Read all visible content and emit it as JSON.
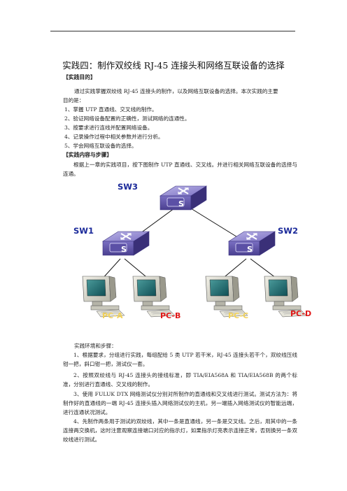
{
  "title": "实践四：制作双绞线 RJ-45 连接头和网络互联设备的选择",
  "sections": {
    "objective_heading": "【实践目的】",
    "objective_intro_1": "通过实践掌握双绞线 RJ-45 连接头的制作，以及网络互联设备的选择。本次实践的主要",
    "objective_intro_2": "目的是：",
    "objectives": [
      "1、掌握 UTP 直通线、交叉线的制作。",
      "2、验证网络设备配置的正确性，测试网络的连通性。",
      "3、按要求进行连线并配置网络设备。",
      "4、记录操作过程中相关参数并进行分析。",
      "5、学会网络互联设备的选择。"
    ],
    "content_heading": "【实践内容与步骤】",
    "content_intro": "根据上一章的实践项目，按下图制作 UTP 直通线、交叉线。并进行相关网络互联设备的选择与连通。",
    "env_heading": "实践环境和步骤：",
    "steps": [
      "1、根据要求，分组进行实践，每组配给 5 类 UTP 若干米，RJ-45 连接头若干个，双绞线压线钳一把，斜口钳一把，测试仪一套。",
      "2、按照双绞线与 RJ-45 连接头的接线标准，即 TIA/EIA568A 和 TIA/EIA568B 的两个标准，分别进行直通线、交叉线的制作。",
      "3、使用 FULUK DTX 网络测试仪分别对所制作的直通线和交叉线进行测试。测试方法为：将制作好的直通线的一端 RJ-45 连接头插入网络测试仪的主机，另一端插入网络测试仪的智能远端，进行连通状况测试。",
      "4、先制作两条用于测试的双绞线，其中一条是直通线，另一条是交叉线。之后，用其中的一条连接两交换机，这时注意观察连接端口对应的指示灯，如果指示灯亮表示连接正常，否则换另一条双绞线进行测试。"
    ]
  },
  "diagram": {
    "switches": [
      {
        "label": "SW3",
        "icon_text": "S"
      },
      {
        "label": "SW1",
        "icon_text": "S"
      },
      {
        "label": "SW2",
        "icon_text": "S"
      }
    ],
    "pcs": [
      {
        "label": "PC-A",
        "color": "#f2d25a"
      },
      {
        "label": "PC-B",
        "color": "#e01818"
      },
      {
        "label": "PC-C",
        "color": "#f2d25a"
      },
      {
        "label": "PC-D",
        "color": "#e01818"
      }
    ],
    "switch_color": "#6a5fb0",
    "label_color": "#1b2a9a"
  }
}
